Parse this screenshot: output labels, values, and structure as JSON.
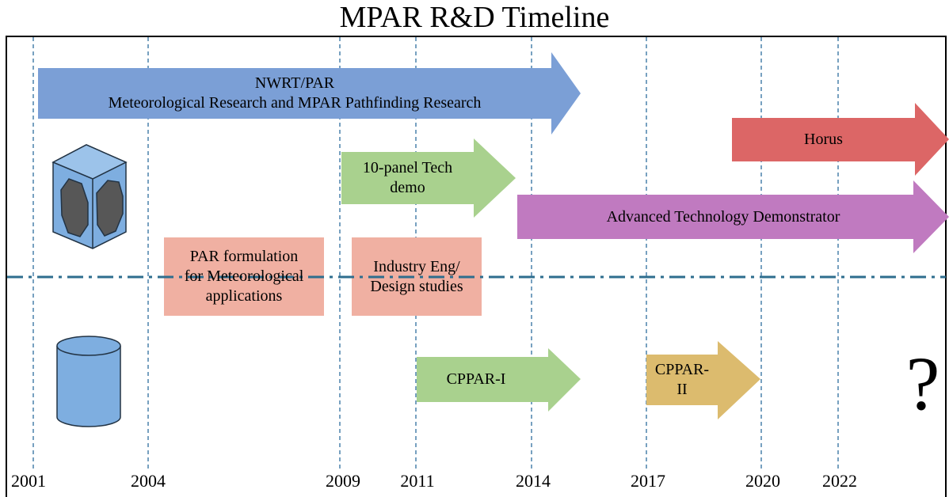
{
  "title": "MPAR R&D Timeline",
  "years": [
    "2001",
    "2004",
    "2009",
    "2011",
    "2014",
    "2017",
    "2020",
    "2022"
  ],
  "items": {
    "nwrt_line1": "NWRT/PAR",
    "nwrt_line2": "Meteorological Research and MPAR Pathfinding Research",
    "horus": "Horus",
    "tech_demo_line1": "10-panel Tech",
    "tech_demo_line2": "demo",
    "atd": "Advanced Technology Demonstrator",
    "par_form_line1": "PAR formulation",
    "par_form_line2": "for Meteorological",
    "par_form_line3": "applications",
    "industry_line1": "Industry Eng/",
    "industry_line2": "Design studies",
    "cppar1": "CPPAR-I",
    "cppar2_line1": "CPPAR-",
    "cppar2_line2": "II",
    "unknown": "?"
  },
  "colors": {
    "nwrt": "#7b9fd6",
    "horus": "#dc6666",
    "tech_demo": "#a9d18e",
    "atd": "#c07ac0",
    "par_form": "#f0b0a2",
    "industry": "#f0b0a2",
    "cppar1": "#a9d18e",
    "cppar2": "#dcbb6e",
    "radar": "#7eaee0",
    "divider": "#2e6e8e"
  }
}
